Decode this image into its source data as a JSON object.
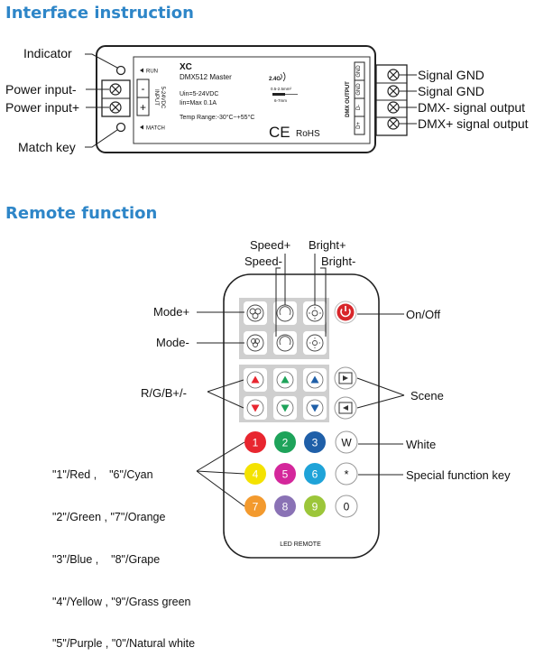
{
  "sections": {
    "interface_title": "Interface instruction",
    "remote_title": "Remote function"
  },
  "controller": {
    "model": "XC",
    "name": "DMX512 Master",
    "uin": "Uin=5-24VDC",
    "iin": "Iin=Max 0.1A",
    "temp": "Temp Range:-30°C~+55°C",
    "run": "RUN",
    "match": "MATCH",
    "input_label": "INPUT",
    "input_voltage": "5-24VDC",
    "rf_label": "2.4G",
    "wire_spec": "0.5-2.5mm²",
    "strip_len": "6-7mm",
    "dmx_output": "DMX OUTPUT",
    "pin_gnd1": "GND",
    "pin_gnd2": "GND",
    "pin_dminus": "D-",
    "pin_dplus": "D+",
    "ce": "CE",
    "rohs": "RoHS",
    "minus": "-",
    "plus": "+"
  },
  "callouts": {
    "indicator": "Indicator",
    "power_minus": "Power input-",
    "power_plus": "Power input+",
    "match_key": "Match key",
    "signal_gnd_1": "Signal GND",
    "signal_gnd_2": "Signal GND",
    "dmx_minus": "DMX- signal output",
    "dmx_plus": "DMX+ signal output"
  },
  "remote": {
    "speed_plus": "Speed+",
    "speed_minus": "Speed-",
    "bright_plus": "Bright+",
    "bright_minus": "Bright-",
    "mode_plus": "Mode+",
    "mode_minus": "Mode-",
    "on_off": "On/Off",
    "rgb": "R/G/B+/-",
    "scene": "Scene",
    "white": "White",
    "special": "Special function key",
    "footer": "LED REMOTE",
    "key_w": "W",
    "key_star": "*",
    "numkeys": [
      "1",
      "2",
      "3",
      "4",
      "5",
      "6",
      "7",
      "8",
      "9",
      "0"
    ],
    "key_map": [
      "\"1\"/Red ,    \"6\"/Cyan",
      "\"2\"/Green , \"7\"/Orange",
      "\"3\"/Blue ,    \"8\"/Grape",
      "\"4\"/Yellow , \"9\"/Grass green",
      "\"5\"/Purple , \"0\"/Natural white"
    ]
  },
  "colors": {
    "accent": "#2e86c8",
    "power_button": "#d8262a",
    "grey_pad": "#cfcfcf",
    "red": "#e8262f",
    "green": "#1ea35a",
    "blue": "#1f5fa8",
    "yellow": "#f4e200",
    "purple": "#d4279b",
    "cyan": "#1fa3d8",
    "orange": "#f39a2e",
    "grape": "#8a72b5",
    "grass_green": "#9cc63a"
  }
}
